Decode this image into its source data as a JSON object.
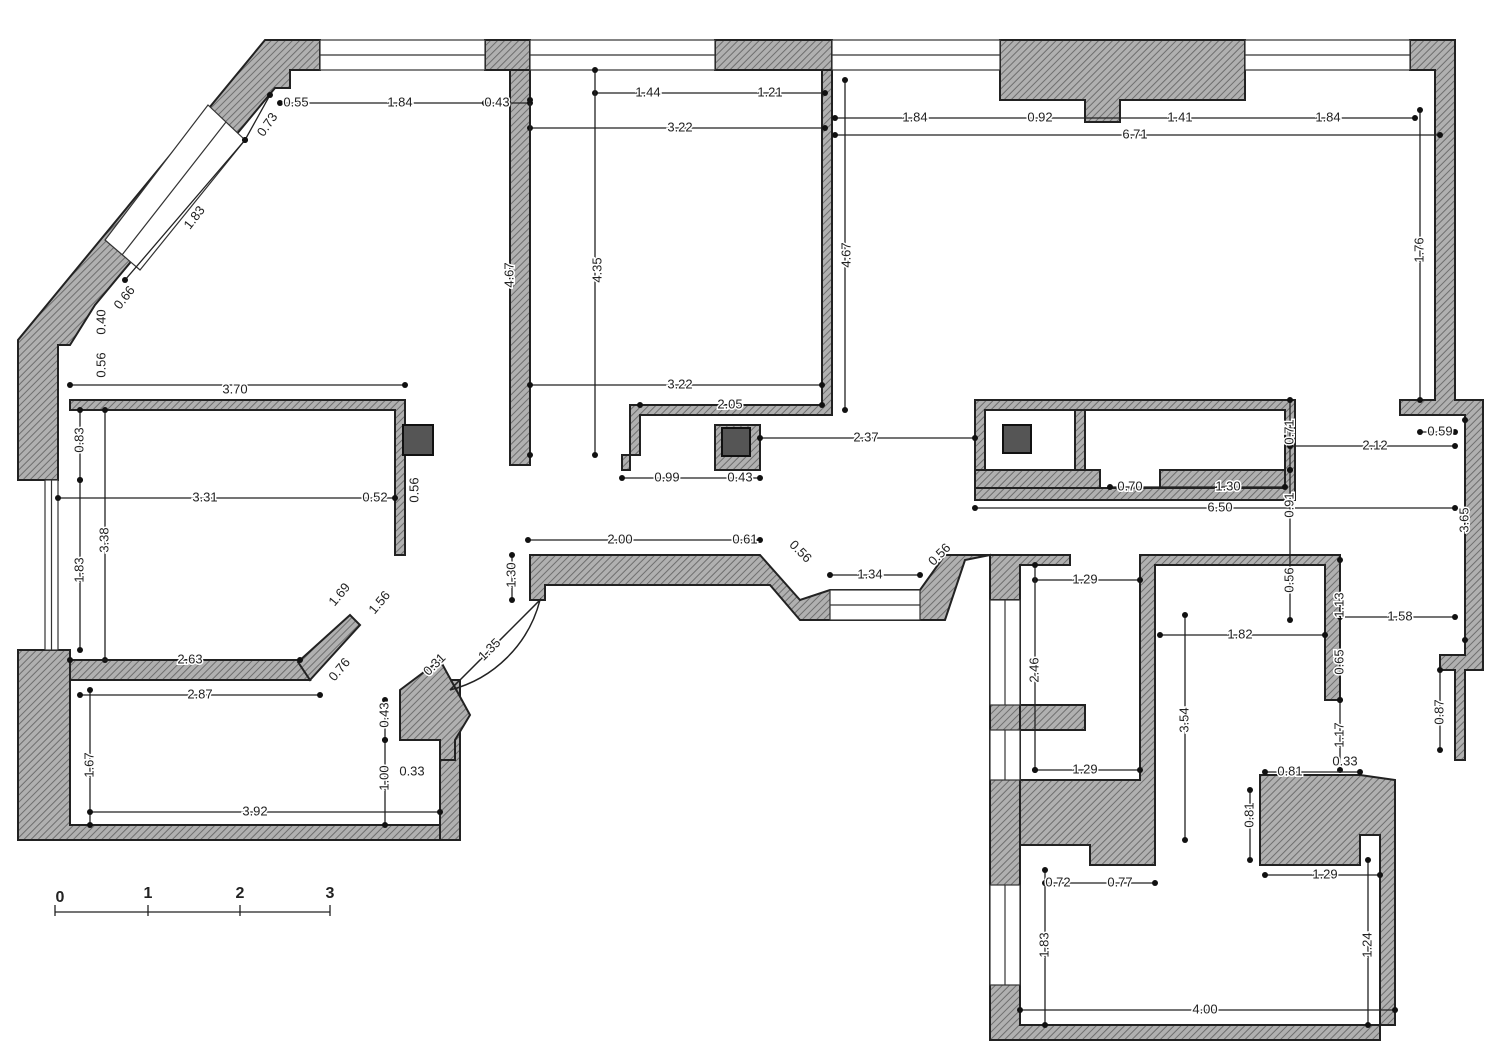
{
  "colors": {
    "wall_hatch": "#8a8a8a",
    "lines": "#222222",
    "background": "#ffffff",
    "chimney": "#555555"
  },
  "dimensions": [
    "0.55",
    "1.84",
    "0.43",
    "1.44",
    "1.21",
    "3.22",
    "1.84",
    "0.92",
    "1.41",
    "1.84",
    "6.71",
    "0.73",
    "1.83",
    "0.66",
    "0.40",
    "0.56",
    "3.70",
    "4.67",
    "4.35",
    "4.67",
    "1.76",
    "3.22",
    "2.05",
    "2.37",
    "0.99",
    "0.43",
    "0.71",
    "2.12",
    "0.59",
    "0.70",
    "1.30",
    "6.50",
    "0.83",
    "3.31",
    "0.52",
    "0.56",
    "3.38",
    "1.83",
    "1.69",
    "1.56",
    "2.63",
    "0.76",
    "2.87",
    "1.35",
    "0.31",
    "0.43",
    "1.67",
    "1.00",
    "0.33",
    "3.92",
    "1.30",
    "2.00",
    "0.61",
    "0.56",
    "1.34",
    "0.56",
    "1.29",
    "0.91",
    "0.56",
    "1.13",
    "1.58",
    "1.82",
    "0.65",
    "2.46",
    "3.54",
    "1.17",
    "0.87",
    "1.29",
    "0.81",
    "0.33",
    "0.81",
    "0.72",
    "0.77",
    "1.29",
    "1.83",
    "1.24",
    "4.00",
    "3.65"
  ],
  "scale_bar": {
    "ticks": [
      "0",
      "1",
      "2",
      "3"
    ]
  }
}
